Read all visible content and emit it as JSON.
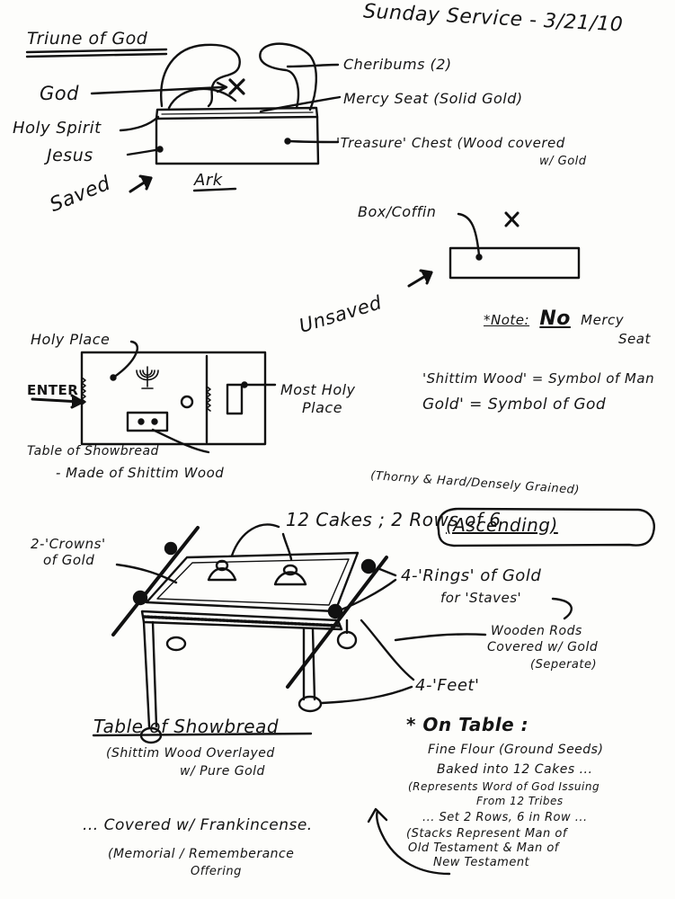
{
  "header": {
    "service_title": "Sunday Service - 3/21/10",
    "triune_title": "Triune of God"
  },
  "ark_section": {
    "labels": {
      "god": "God",
      "holy_spirit": "Holy Spirit",
      "jesus": "Jesus",
      "cheribums": "Cheribums (2)",
      "mercy_seat": "Mercy Seat (Solid Gold)",
      "treasure_chest_line1": "'Treasure' Chest (Wood covered",
      "treasure_chest_line2": "w/ Gold",
      "ark": "Ark",
      "saved": "Saved",
      "box_coffin": "Box/Coffin",
      "unsaved": "Unsaved",
      "note_prefix": "*Note:",
      "note_no": "No",
      "note_rest": "Mercy",
      "note_seat": "Seat",
      "x_mark": "X"
    }
  },
  "tabernacle_section": {
    "labels": {
      "holy_place": "Holy Place",
      "enter": "ENTER",
      "most_holy_place_line1": "Most Holy",
      "most_holy_place_line2": "Place",
      "table_of_showbread": "Table of Showbread",
      "made_of": "- Made of Shittim Wood",
      "made_of_detail": "(Thorny & Hard/Densely Grained)",
      "shittim_symbol": "'Shittim Wood' = Symbol of Man",
      "gold_symbol": "Gold' = Symbol of God"
    }
  },
  "table_section": {
    "labels": {
      "cakes": "12 Cakes ; 2 Rows of 6",
      "ascending": "(Ascending)",
      "crowns_line1": "2-'Crowns'",
      "crowns_line2": "of Gold",
      "rings_line1": "4-'Rings' of Gold",
      "rings_line2": "for 'Staves'",
      "rods_line1": "Wooden Rods",
      "rods_line2": "Covered w/ Gold",
      "rods_line3": "(Seperate)",
      "feet": "4-'Feet'",
      "title": "Table of Showbread",
      "subtitle_line1": "(Shittim Wood Overlayed",
      "subtitle_line2": "w/ Pure Gold"
    }
  },
  "on_table": {
    "heading": "* On Table :",
    "lines": [
      "Fine Flour (Ground Seeds)",
      "Baked into 12 Cakes ...",
      "(Represents Word of God Issuing",
      "From 12 Tribes",
      "... Set 2 Rows, 6 in Row ...",
      "(Stacks Represent Man of",
      "Old Testament & Man of",
      "New Testament"
    ]
  },
  "footer": {
    "covered": "... Covered w/ Frankincense.",
    "memorial_line1": "(Memorial / Rememberance",
    "memorial_line2": "Offering"
  }
}
